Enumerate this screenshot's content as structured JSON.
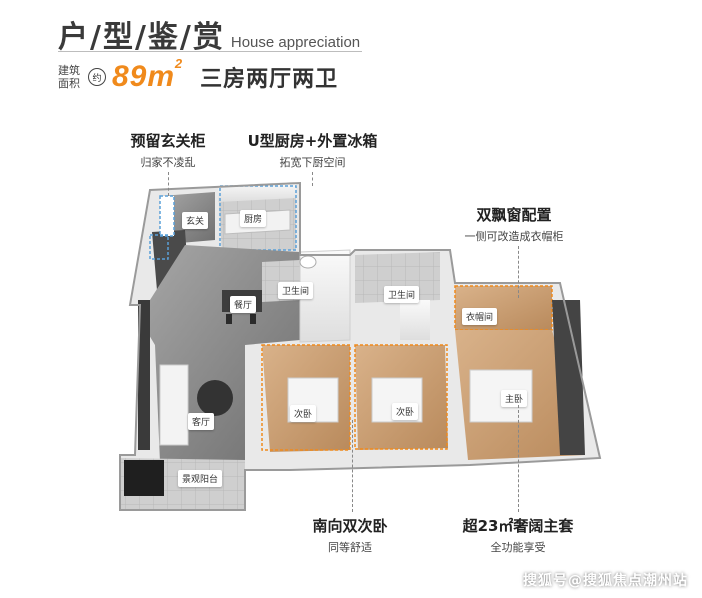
{
  "header": {
    "title_cn": "户/型/鉴/赏",
    "title_en": "House appreciation",
    "area_label": "建筑面积",
    "area_approx": "约",
    "area_value": "89",
    "area_unit": "m",
    "area_unit_sup": "2",
    "layout_type": "三房两厅两卫"
  },
  "callouts": {
    "entrance": {
      "title": "预留玄关柜",
      "sub": "归家不凌乱"
    },
    "kitchen": {
      "title": "U型厨房+外置冰箱",
      "sub": "拓宽下厨空间"
    },
    "bay": {
      "title": "双飘窗配置",
      "sub": "一侧可改造成衣帽柜"
    },
    "bedrooms": {
      "title": "南向双次卧",
      "sub": "同等舒适"
    },
    "master": {
      "title": "超23㎡奢阔主套",
      "sub": "全功能享受"
    }
  },
  "rooms": {
    "entrance": "玄关",
    "kitchen": "厨房",
    "bath1": "卫生间",
    "bath2": "卫生间",
    "dining": "餐厅",
    "closet": "衣帽间",
    "bed2a": "次卧",
    "bed2b": "次卧",
    "master": "主卧",
    "living": "客厅",
    "balcony": "景观阳台"
  },
  "watermark": "搜狐号@搜狐焦点潮州站",
  "colors": {
    "accent": "#f08a1c",
    "wall": "#f4f4f4",
    "floor_wood": "#c79a6e",
    "floor_stone": "#8c8c8c"
  }
}
